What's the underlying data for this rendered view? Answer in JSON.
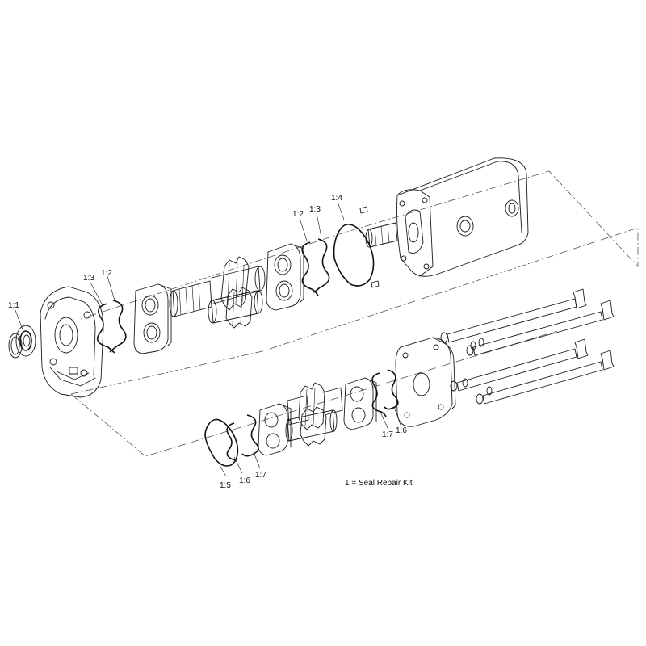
{
  "diagram": {
    "legend": "1 = Seal Repair Kit",
    "callouts": {
      "c1_1": "1:1",
      "c1_3a": "1:3",
      "c1_2a": "1:2",
      "c1_2b": "1:2",
      "c1_3b": "1:3",
      "c1_4": "1:4",
      "c1_5": "1:5",
      "c1_6a": "1:6",
      "c1_7a": "1:7",
      "c1_7b": "1:7",
      "c1_6b": "1:6"
    }
  }
}
